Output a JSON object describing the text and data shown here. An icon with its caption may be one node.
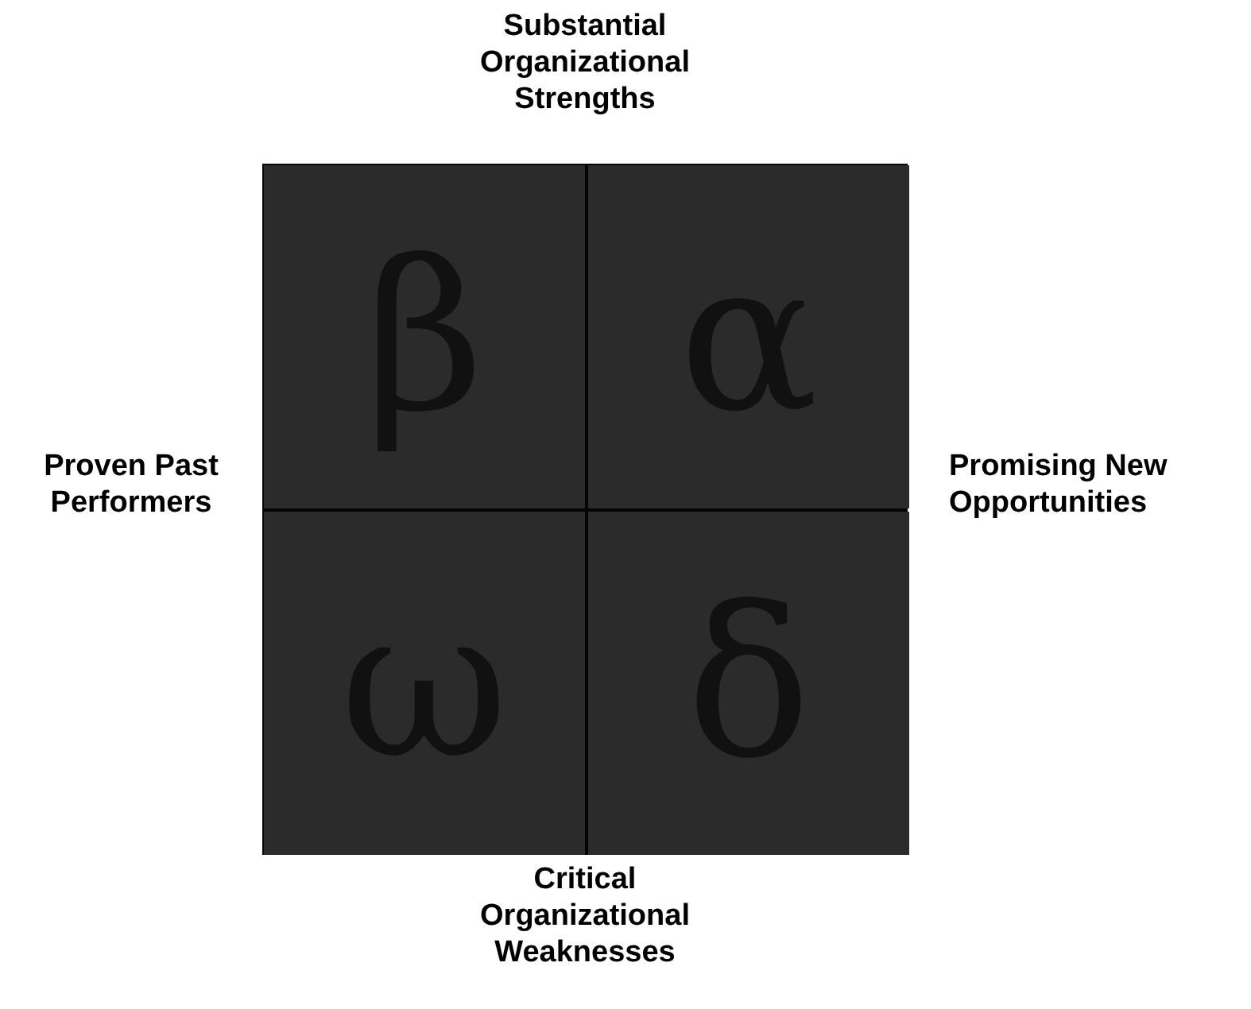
{
  "diagram": {
    "nodes": [
      {
        "text": [
          "β"
        ]
      },
      {
        "text": [
          "α"
        ]
      },
      {
        "text": [
          "ω"
        ]
      },
      {
        "text": [
          "δ"
        ]
      }
    ],
    "labels": [
      "Substantial Organizational Strengths",
      "Proven Past Performers",
      "Promising New Opportunities",
      "Critical Organizational Weaknesses"
    ]
  }
}
